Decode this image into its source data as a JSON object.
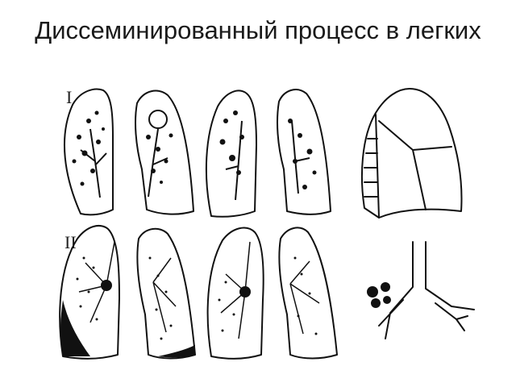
{
  "slide": {
    "title": "Диссеминированный процесс в легких",
    "row_labels": [
      "I",
      "II"
    ]
  },
  "colors": {
    "ink": "#111111",
    "background": "#ffffff"
  }
}
